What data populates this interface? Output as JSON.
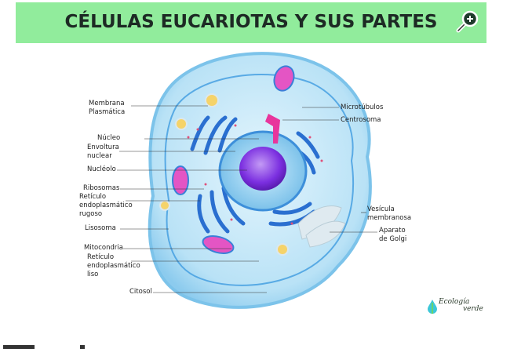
{
  "header": {
    "title": "CÉLULAS EUCARIOTAS Y SUS PARTES",
    "zoom_icon": "zoom-in-magnifier-icon",
    "bg_color": "#91ec9c"
  },
  "labels_left": [
    {
      "id": "membrana",
      "text": "Membrana\nPlasmática"
    },
    {
      "id": "nucleo",
      "text": "Núcleo"
    },
    {
      "id": "envoltura",
      "text": "Envoltura\nnuclear"
    },
    {
      "id": "nucleolo",
      "text": "Nucléolo"
    },
    {
      "id": "ribosomas",
      "text": "Ribosomas"
    },
    {
      "id": "rer",
      "text": "Retículo\nendoplasmático\nrugoso"
    },
    {
      "id": "lisosoma",
      "text": "Lisosoma"
    },
    {
      "id": "mitocondria",
      "text": "Mitocondria"
    },
    {
      "id": "rel",
      "text": "Retículo\nendoplasmático\nliso"
    },
    {
      "id": "citosol",
      "text": "Citosol"
    }
  ],
  "labels_right": [
    {
      "id": "microtubulos",
      "text": "Microtúbulos"
    },
    {
      "id": "centrosoma",
      "text": "Centrosoma"
    },
    {
      "id": "vesicula",
      "text": "Vesícula\nmembranosa"
    },
    {
      "id": "golgi",
      "text": "Aparato\nde Golgi"
    }
  ],
  "logo": {
    "line1": "Ecología",
    "line2": "verde"
  }
}
